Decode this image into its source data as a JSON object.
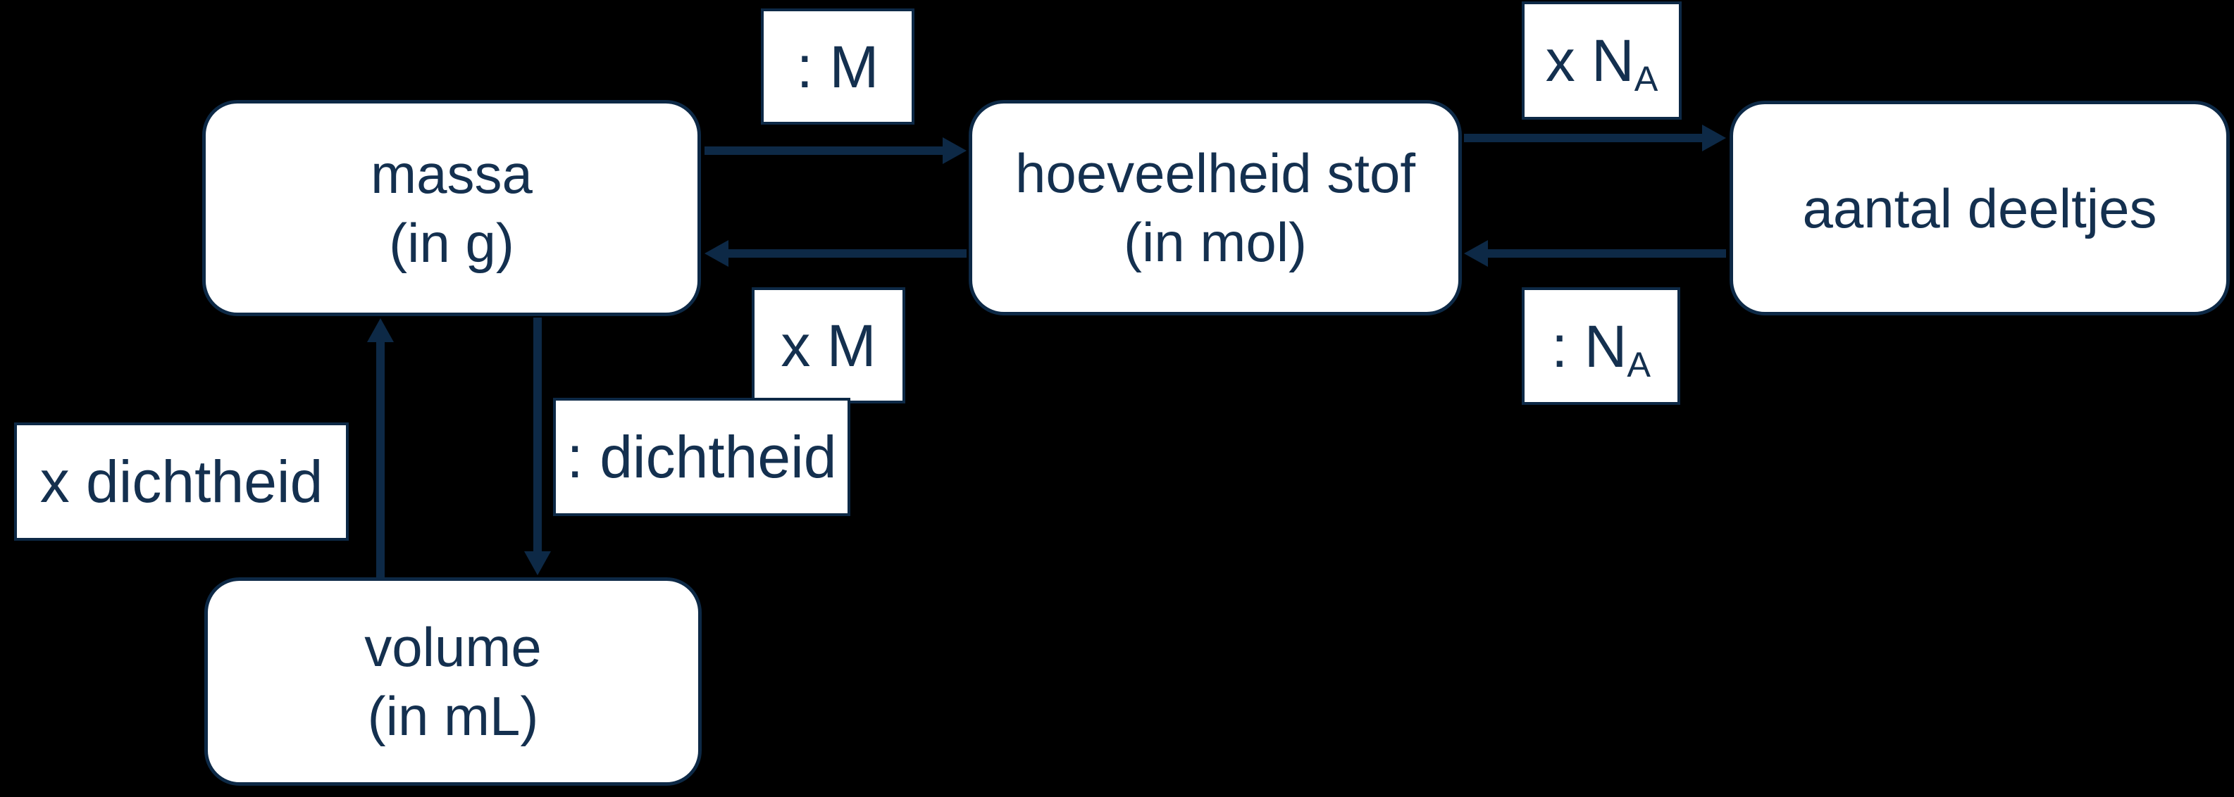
{
  "colors": {
    "background": "#000000",
    "navy": "#0d2946",
    "box_fill": "#ffffff",
    "text": "#14304f"
  },
  "nodes": {
    "massa": {
      "line1": "massa",
      "line2": "(in g)"
    },
    "mol": {
      "line1": "hoeveelheid stof",
      "line2": "(in mol)"
    },
    "deeltjes": {
      "line1": "aantal deeltjes",
      "line2": ""
    },
    "volume": {
      "line1": "volume",
      "line2": "(in mL)"
    }
  },
  "labels": {
    "divide_m": ": M",
    "times_m": "x M",
    "times_na_prefix": "x N",
    "divide_na_prefix": ": N",
    "na_sub": "A",
    "divide_dichtheid": ": dichtheid",
    "times_dichtheid": "x dichtheid"
  }
}
